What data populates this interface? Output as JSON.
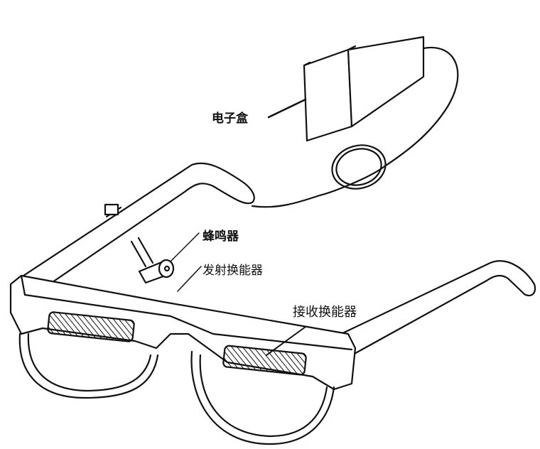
{
  "labels": {
    "electronic_box": "电子盒",
    "buzzer": "蜂鸣器",
    "transmit_transducer": "发射换能器",
    "receive_transducer": "接收换能器"
  },
  "colors": {
    "ink": "#111111",
    "background": "#ffffff"
  }
}
